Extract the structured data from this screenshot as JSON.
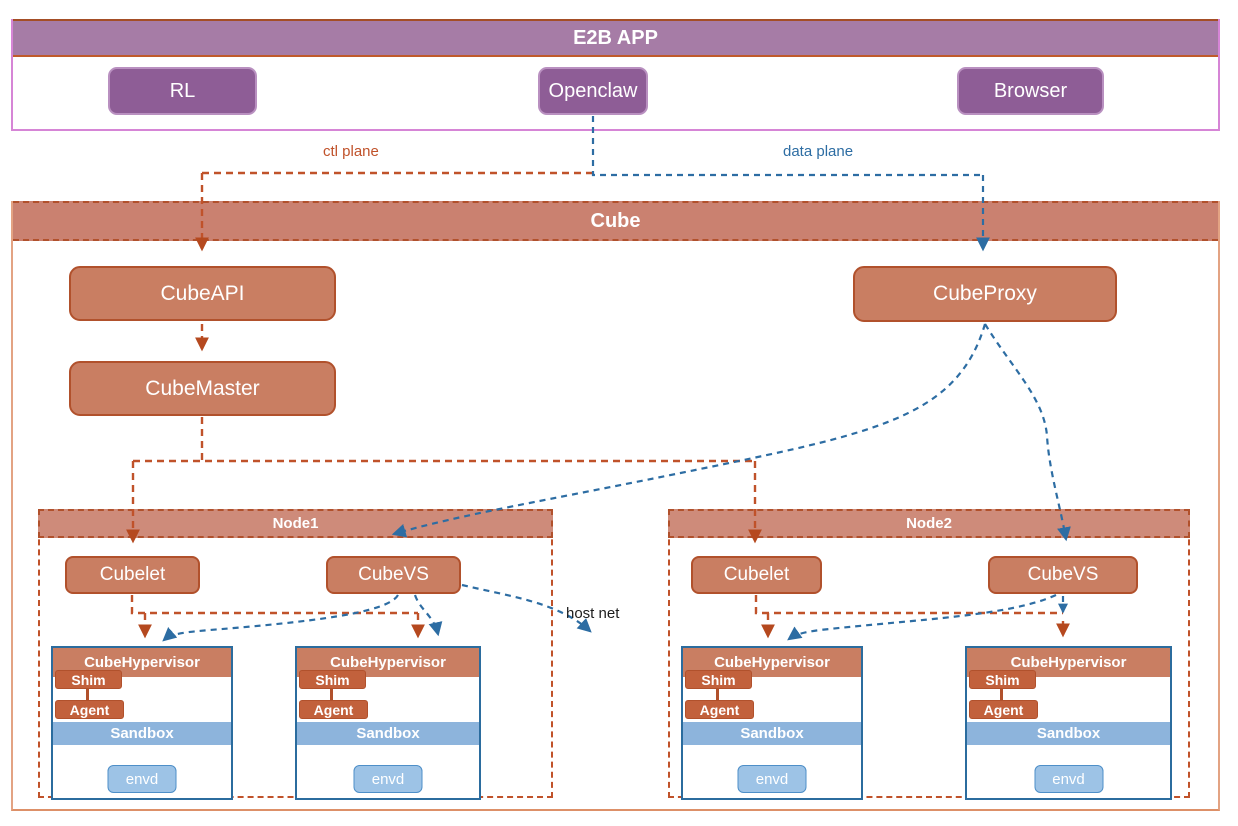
{
  "colors": {
    "purpleBar": "#A67CA6",
    "purpleBox": "#8E5D96",
    "purpleBoxBorder": "#B990C0",
    "pinkBorder": "#D685D6",
    "salmon": "#C97E62",
    "salmonDark": "#B1512C",
    "barSalmon": "#CA8170",
    "nodeBar": "#CE8B7A",
    "shimFill": "#C2613C",
    "ctl": "#C0522A",
    "ctlArrow": "#B5491F",
    "data": "#2D6DA3",
    "sandbox": "#8DB4DC",
    "envd": "#9DC3E6",
    "envdBorder": "#4E8FC8",
    "hvBorder": "#2B6C9E",
    "cubeSide": "#E3A383",
    "cubeBottom": "#DD9068"
  },
  "app": {
    "title": "E2B APP",
    "boxes": [
      {
        "label": "RL"
      },
      {
        "label": "Openclaw"
      },
      {
        "label": "Browser"
      }
    ]
  },
  "planes": {
    "ctl_label": "ctl plane",
    "data_label": "data plane",
    "host_net_label": "host net"
  },
  "cube": {
    "title": "Cube",
    "api": "CubeAPI",
    "master": "CubeMaster",
    "proxy": "CubeProxy"
  },
  "nodes": [
    {
      "label": "Node1",
      "cubelet": "Cubelet",
      "cubevs": "CubeVS"
    },
    {
      "label": "Node2",
      "cubelet": "Cubelet",
      "cubevs": "CubeVS"
    }
  ],
  "hv": {
    "title": "CubeHypervisor",
    "shim": "Shim",
    "agent": "Agent",
    "sandbox": "Sandbox",
    "envd": "envd"
  }
}
